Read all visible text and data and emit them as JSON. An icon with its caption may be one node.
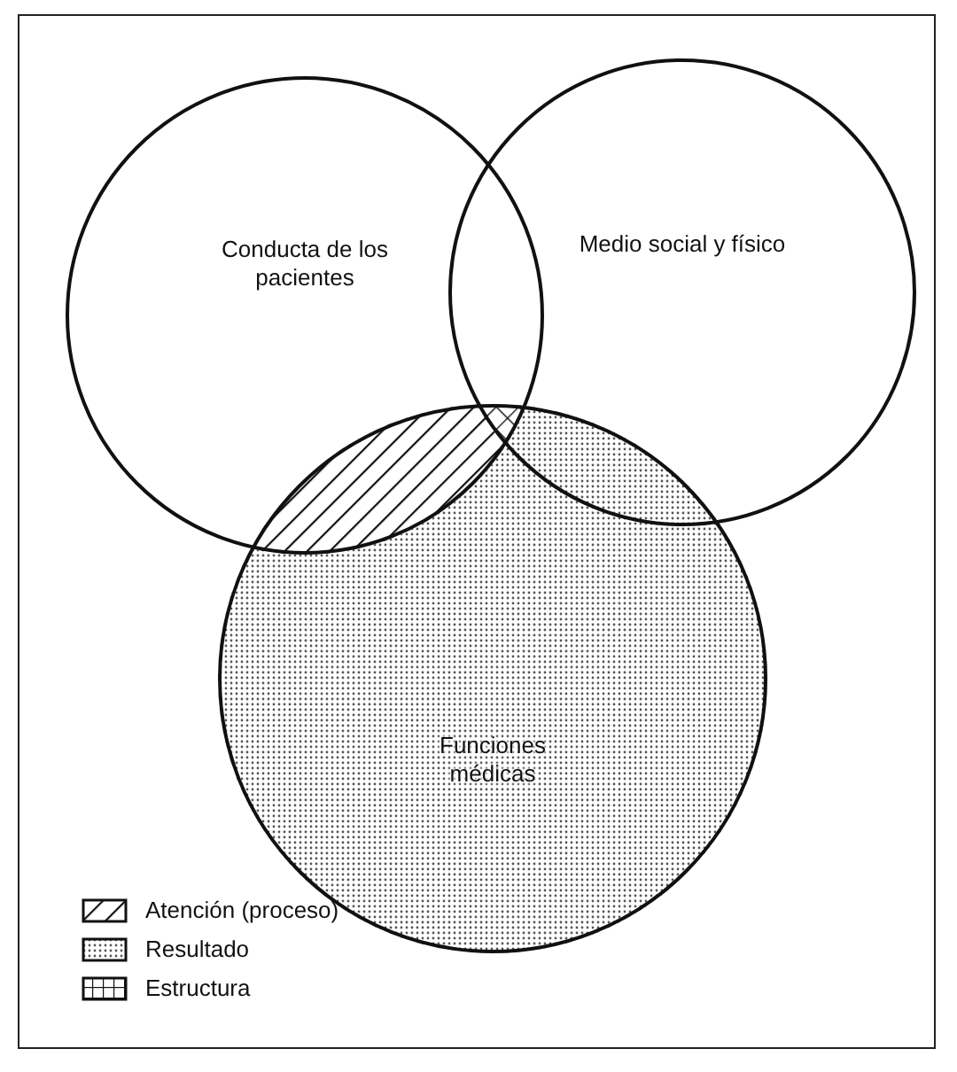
{
  "diagram": {
    "nodes": [
      {
        "text": [
          "Conducta de los pacientes"
        ]
      },
      {
        "text": [
          "Medio social y físico"
        ]
      },
      {
        "text": [
          "Funciones médicas"
        ]
      }
    ],
    "legend": [
      {
        "text": "Atención (proceso)"
      },
      {
        "text": "Resultado"
      },
      {
        "text": "Estructura"
      }
    ]
  }
}
